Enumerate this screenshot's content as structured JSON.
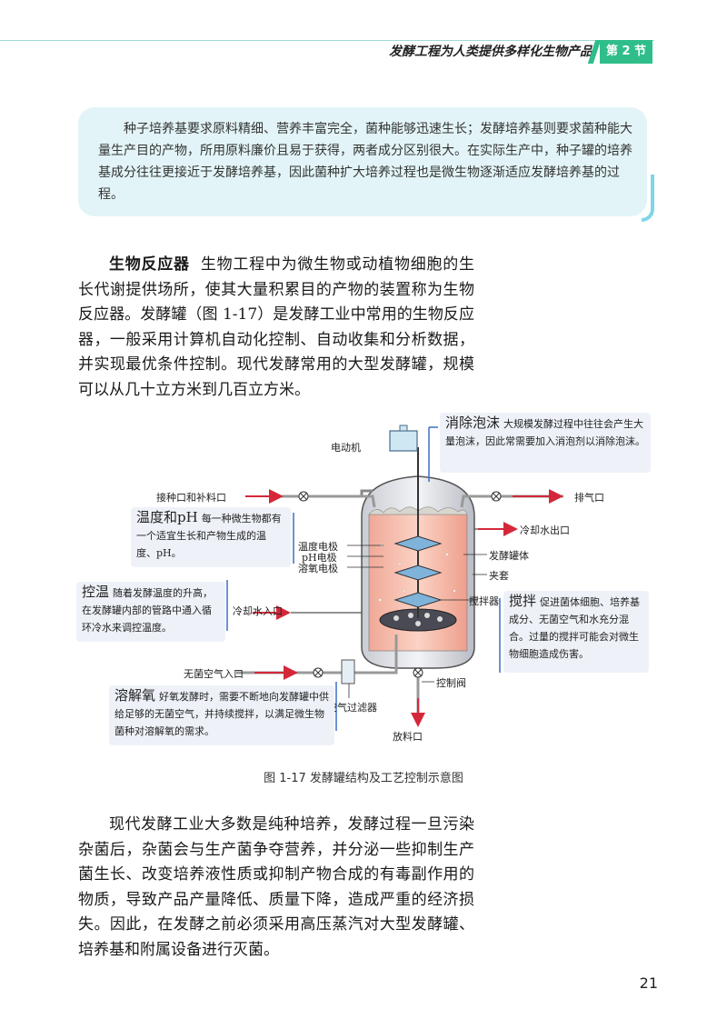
{
  "header": {
    "title": "发酵工程为人类提供多样化生物产品",
    "badge": "第 2 节"
  },
  "note": {
    "text": "种子培养基要求原料精细、营养丰富完全，菌种能够迅速生长；发酵培养基则要求菌种能大量生产目的产物，所用原料廉价且易于获得，两者成分区别很大。在实际生产中，种子罐的培养基成分往往更接近于发酵培养基，因此菌种扩大培养过程也是微生物逐渐适应发酵培养基的过程。"
  },
  "para1": {
    "term": "生物反应器",
    "text": "生物工程中为微生物或动植物细胞的生长代谢提供场所，使其大量积累目的产物的装置称为生物反应器。发酵罐（图 1-17）是发酵工业中常用的生物反应器，一般采用计算机自动化控制、自动收集和分析数据，并实现最优条件控制。现代发酵常用的大型发酵罐，规模可以从几十立方米到几百立方米。"
  },
  "figure": {
    "labels": {
      "motor": "电动机",
      "inoculation": "接种口和补料口",
      "exhaust": "排气口",
      "cooling_out": "冷却水出口",
      "probes_temp": "温度电极",
      "probes_ph": "pH电极",
      "probes_oxygen": "溶氧电极",
      "tank_body": "发酵罐体",
      "jacket": "夹套",
      "stirrer": "搅拌器",
      "cooling_in": "冷却水入口",
      "air_in": "无菌空气入口",
      "control_valve": "控制阀",
      "air_filter": "空气过滤器",
      "discharge": "放料口"
    },
    "callouts": {
      "foam": {
        "head": "消除泡沫",
        "text": "大规模发酵过程中往往会产生大量泡沫，因此常需要加入消泡剂以消除泡沫。"
      },
      "temp_ph": {
        "head": "温度和pH",
        "text": "每一种微生物都有一个适宜生长和产物生成的温度、pH。"
      },
      "temp_control": {
        "head": "控温",
        "text": "随着发酵温度的升高，在发酵罐内部的管路中通入循环冷水来调控温度。"
      },
      "stirring": {
        "head": "搅拌",
        "text": "促进菌体细胞、培养基成分、无菌空气和水充分混合。过量的搅拌可能会对微生物细胞造成伤害。"
      },
      "oxygen": {
        "head": "溶解氧",
        "text": "好氧发酵时，需要不断地向发酵罐中供给足够的无菌空气，并持续搅拌，以满足微生物菌种对溶解氧的需求。"
      }
    },
    "caption": "图 1-17  发酵罐结构及工艺控制示意图"
  },
  "para2": {
    "text": "现代发酵工业大多数是纯种培养，发酵过程一旦污染杂菌后，杂菌会与生产菌争夺营养，并分泌一些抑制生产菌生长、改变培养液性质或抑制产物合成的有毒副作用的物质，导致产品产量降低、质量下降，造成严重的经济损失。因此，在发酵之前必须采用高压蒸汽对大型发酵罐、培养基和附属设备进行灭菌。"
  },
  "page_number": "21",
  "colors": {
    "accent_green": "#2fbe8a",
    "note_bg": "#e2f4f7",
    "arrow_red": "#d4283a",
    "callout_bg": "#eef2f8",
    "callout_line": "#3a6fc4"
  }
}
